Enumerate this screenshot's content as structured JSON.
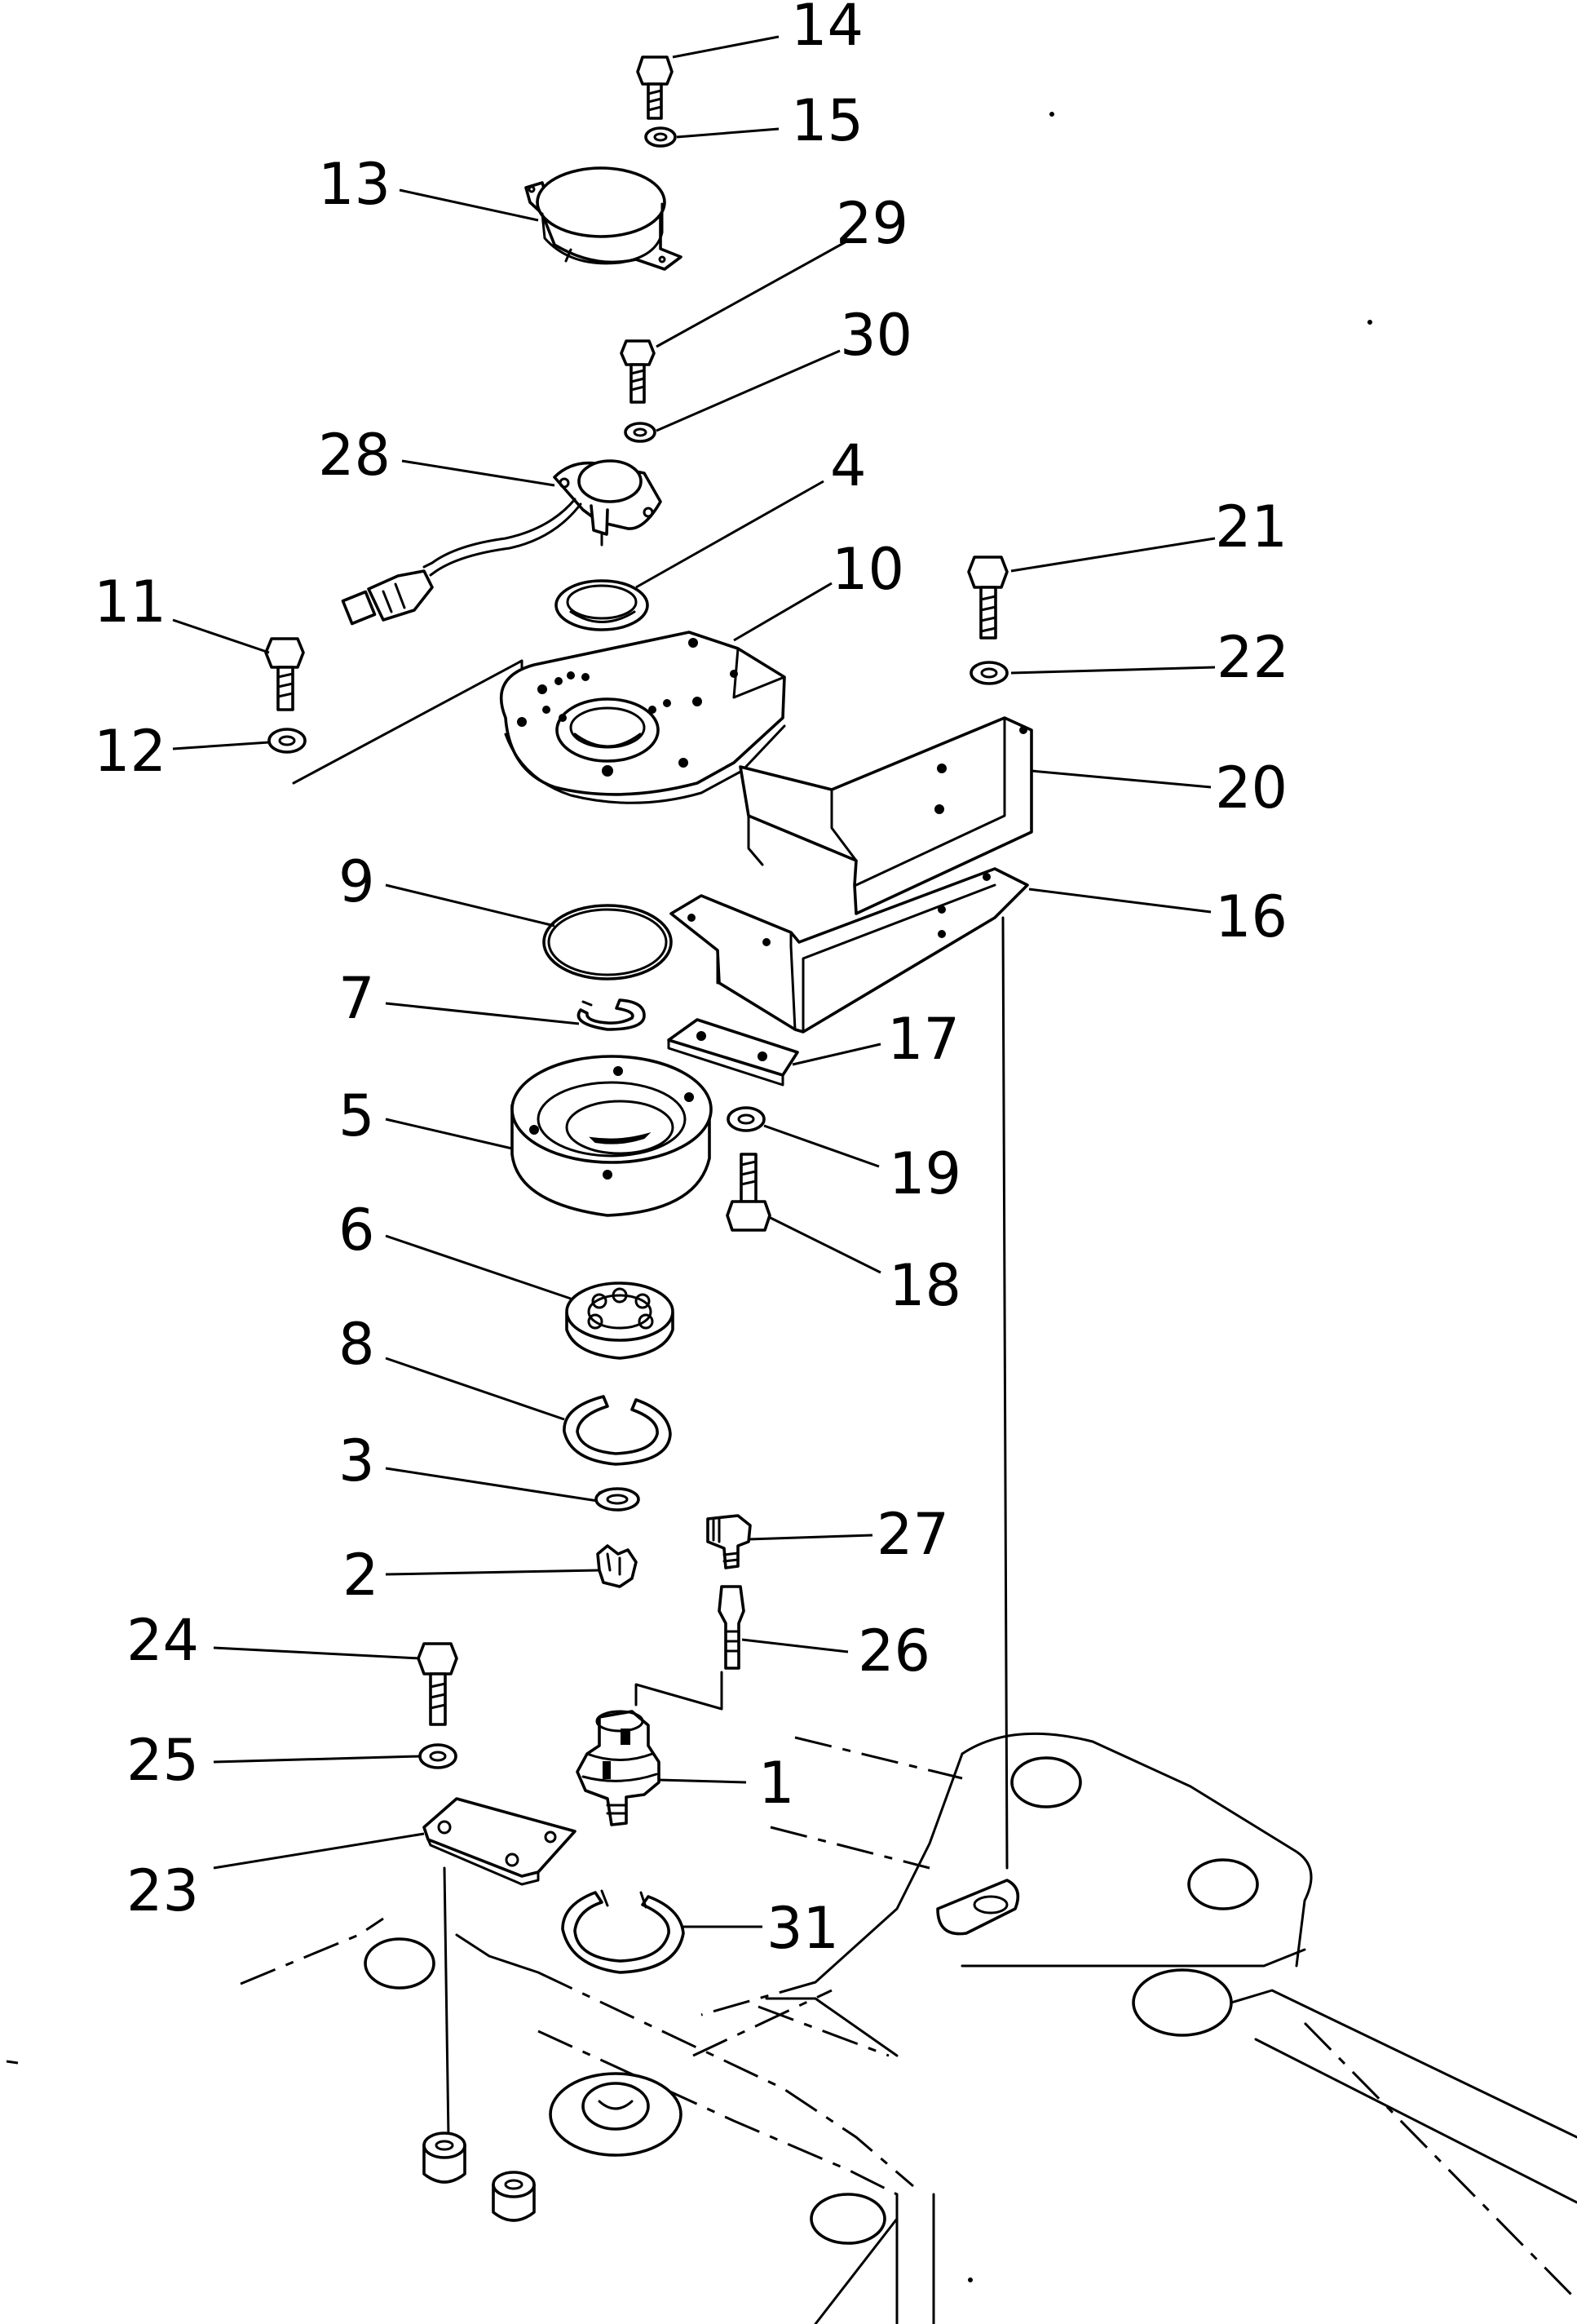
{
  "diagram": {
    "type": "exploded-parts-drawing",
    "callouts": [
      {
        "id": "14",
        "text": "14"
      },
      {
        "id": "15",
        "text": "15"
      },
      {
        "id": "13",
        "text": "13"
      },
      {
        "id": "29",
        "text": "29"
      },
      {
        "id": "30",
        "text": "30"
      },
      {
        "id": "28",
        "text": "28"
      },
      {
        "id": "4",
        "text": "4"
      },
      {
        "id": "10",
        "text": "10"
      },
      {
        "id": "21",
        "text": "21"
      },
      {
        "id": "11",
        "text": "11"
      },
      {
        "id": "22",
        "text": "22"
      },
      {
        "id": "12",
        "text": "12"
      },
      {
        "id": "20",
        "text": "20"
      },
      {
        "id": "9",
        "text": "9"
      },
      {
        "id": "16",
        "text": "16"
      },
      {
        "id": "7",
        "text": "7"
      },
      {
        "id": "17",
        "text": "17"
      },
      {
        "id": "5",
        "text": "5"
      },
      {
        "id": "19",
        "text": "19"
      },
      {
        "id": "6",
        "text": "6"
      },
      {
        "id": "18",
        "text": "18"
      },
      {
        "id": "8",
        "text": "8"
      },
      {
        "id": "3",
        "text": "3"
      },
      {
        "id": "27",
        "text": "27"
      },
      {
        "id": "2",
        "text": "2"
      },
      {
        "id": "24",
        "text": "24"
      },
      {
        "id": "26",
        "text": "26"
      },
      {
        "id": "25",
        "text": "25"
      },
      {
        "id": "1",
        "text": "1"
      },
      {
        "id": "23",
        "text": "23"
      },
      {
        "id": "31",
        "text": "31"
      }
    ]
  }
}
